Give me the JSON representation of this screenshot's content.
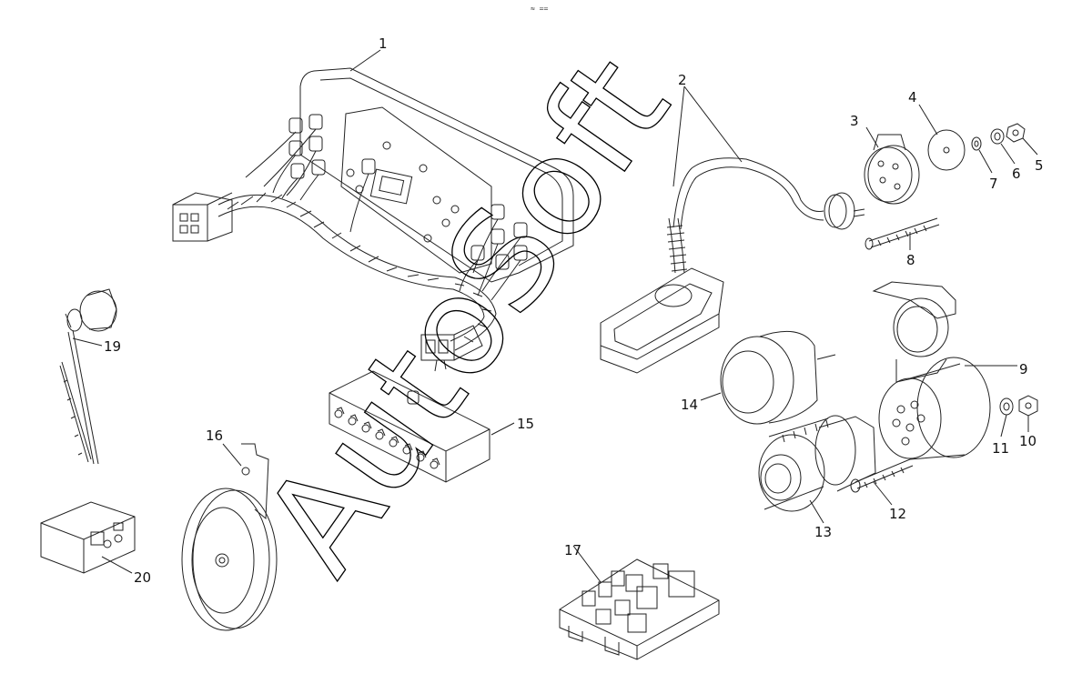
{
  "header_mark": "≈ ==",
  "watermark": "AutoSoft",
  "labels": {
    "l1": "1",
    "l2": "2",
    "l3": "3",
    "l4": "4",
    "l5": "5",
    "l6": "6",
    "l7": "7",
    "l8": "8",
    "l9": "9",
    "l10": "10",
    "l11": "11",
    "l12": "12",
    "l13": "13",
    "l14": "14",
    "l15": "15",
    "l16": "16",
    "l17": "17",
    "l19": "19",
    "l20": "20"
  },
  "colors": {
    "ink": "#111111",
    "background": "#ffffff"
  }
}
